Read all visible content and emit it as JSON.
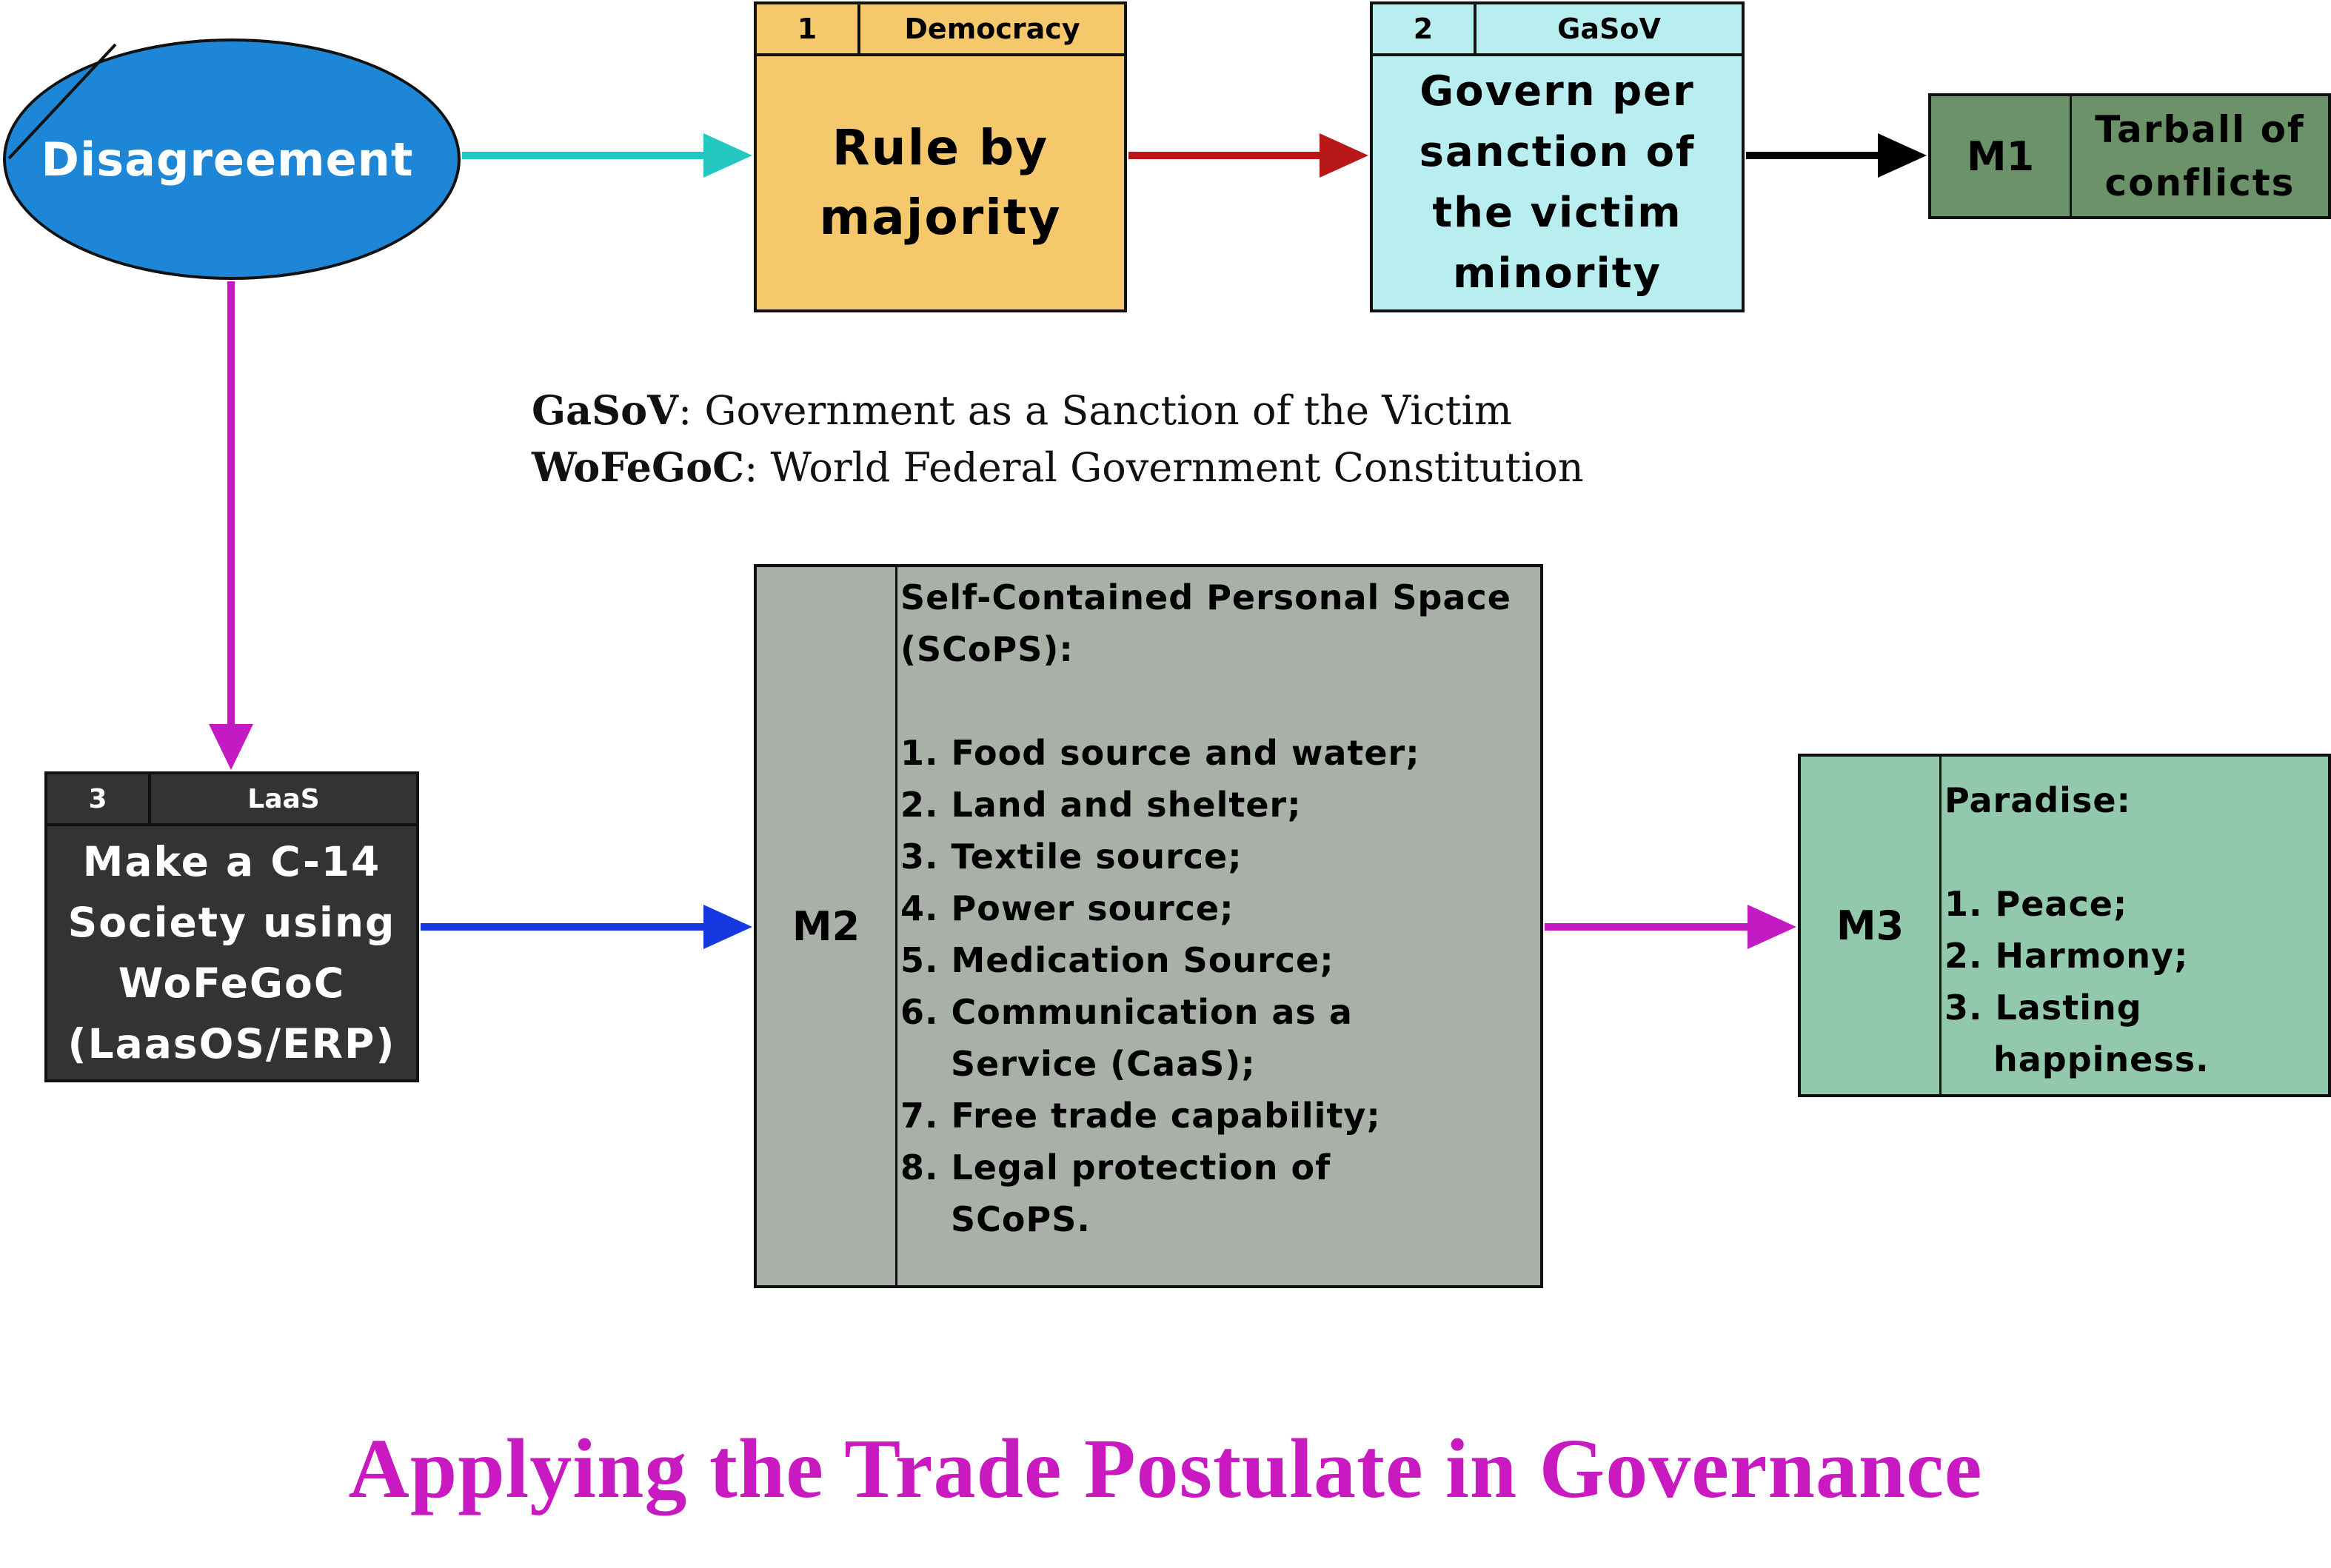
{
  "colors": {
    "ellipse_fill": "#1d86d6",
    "box1_fill": "#f5c96b",
    "box2_fill": "#b9eef0",
    "box3_fill": "#333333",
    "m1_fill": "#6b9269",
    "m2_fill": "#a9b0a8",
    "m3_fill": "#92c8ac",
    "arrow_teal": "#25c8c0",
    "arrow_red": "#b81818",
    "arrow_black": "#000000",
    "arrow_magenta": "#c41ac4",
    "arrow_blue": "#1638e0",
    "title_color": "#c81ac0"
  },
  "disagreement": {
    "label": "Disagreement"
  },
  "box1": {
    "number": "1",
    "tag": "Democracy",
    "text": "Rule by\nmajority"
  },
  "box2": {
    "number": "2",
    "tag": "GaSoV",
    "text": "Govern per\nsanction of\nthe victim\nminority"
  },
  "box3": {
    "number": "3",
    "tag": "LaaS",
    "text": "Make a C-14\nSociety using\nWoFeGoC\n(LaasOS/ERP)"
  },
  "m1": {
    "label": "M1",
    "text": "Tarball of\nconflicts"
  },
  "m2": {
    "label": "M2",
    "heading_line1": "Self-Contained Personal Space",
    "heading_line2": "(SCoPS):",
    "items": [
      {
        "line1": "1. Food source and water;",
        "line2": ""
      },
      {
        "line1": "2. Land and shelter;",
        "line2": ""
      },
      {
        "line1": "3. Textile source;",
        "line2": ""
      },
      {
        "line1": "4. Power source;",
        "line2": ""
      },
      {
        "line1": "5. Medication Source;",
        "line2": ""
      },
      {
        "line1": "6. Communication as a",
        "line2": "Service (CaaS);"
      },
      {
        "line1": "7. Free trade capability;",
        "line2": ""
      },
      {
        "line1": "8. Legal protection of",
        "line2": "SCoPS."
      }
    ]
  },
  "m3": {
    "label": "M3",
    "heading": "Paradise:",
    "items": [
      {
        "line1": "1. Peace;",
        "line2": ""
      },
      {
        "line1": "2. Harmony;",
        "line2": ""
      },
      {
        "line1": "3. Lasting",
        "line2": "happiness."
      }
    ]
  },
  "legend": [
    {
      "abbr": "GaSoV",
      "definition": ": Government as a Sanction of the Victim"
    },
    {
      "abbr": "WoFeGoC",
      "definition": ": World Federal Government Constitution"
    }
  ],
  "title": "Applying the Trade Postulate in Governance"
}
